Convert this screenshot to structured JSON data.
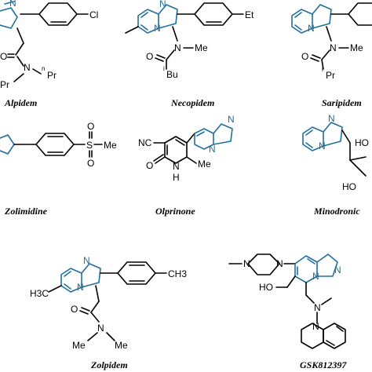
{
  "compounds": [
    {
      "name": "Alpidem",
      "substituents": [
        "Cl",
        "O",
        "N",
        "n",
        "Pr",
        "Pr"
      ]
    },
    {
      "name": "Necopidem",
      "substituents": [
        "Et",
        "N",
        "Me",
        "O",
        "i",
        "Bu"
      ]
    },
    {
      "name": "Saripidem",
      "substituents": [
        "N",
        "Me",
        "O",
        "i",
        "Pr"
      ]
    },
    {
      "name": "Zolimidine",
      "substituents": [
        "S",
        "O",
        "O",
        "Me"
      ]
    },
    {
      "name": "Olprinone",
      "substituents": [
        "NC",
        "O",
        "N",
        "H"
      ]
    },
    {
      "name": "Minodronic",
      "substituents": [
        "HO",
        "HO"
      ]
    },
    {
      "name": "Zolpidem",
      "substituents": [
        "H3C",
        "CH3",
        "O",
        "N",
        "Me",
        "Me"
      ]
    },
    {
      "name": "GSK812397",
      "substituents": [
        "N",
        "N",
        "HO",
        "N",
        "N",
        "N"
      ]
    }
  ]
}
